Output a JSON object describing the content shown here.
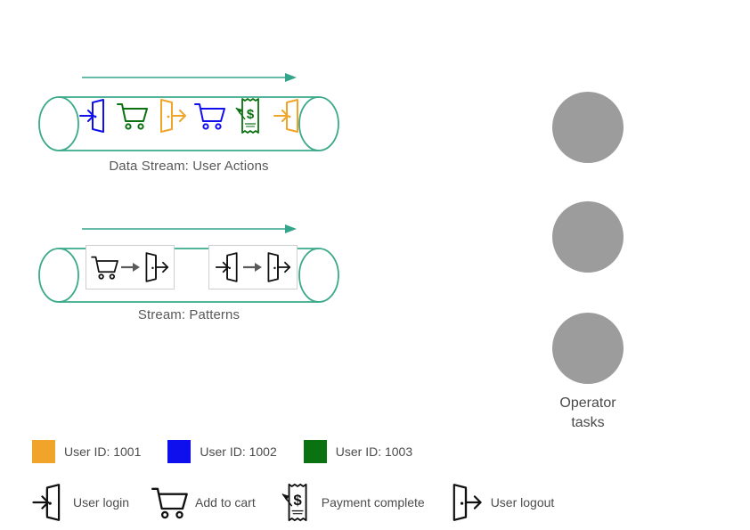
{
  "colors": {
    "stream_teal": "#3aa98a",
    "arrow_teal": "#33a58b",
    "user_1001": "#f0a42a",
    "user_1002": "#0f0fee",
    "user_1003": "#0a7210",
    "operator_gray": "#9c9c9c",
    "caption_gray": "#595959",
    "pattern_border": "#cfcfcf",
    "pattern_icon": "#111111",
    "pattern_arrow": "#5a5a5a"
  },
  "streams": [
    {
      "id": "data-stream-user-actions",
      "caption": "Data Stream: User Actions",
      "flow_direction": "left-to-right",
      "events": [
        {
          "icon": "user-login-icon",
          "action": "User login",
          "user_id": "1002",
          "color": "#0f0fee"
        },
        {
          "icon": "add-to-cart-icon",
          "action": "Add to cart",
          "user_id": "1003",
          "color": "#0a7210"
        },
        {
          "icon": "user-logout-icon",
          "action": "User logout",
          "user_id": "1001",
          "color": "#f0a42a"
        },
        {
          "icon": "add-to-cart-icon",
          "action": "Add to cart",
          "user_id": "1002",
          "color": "#0f0fee"
        },
        {
          "icon": "payment-complete-icon",
          "action": "Payment complete",
          "user_id": "1003",
          "color": "#0a7210"
        },
        {
          "icon": "user-login-icon",
          "action": "User login",
          "user_id": "1001",
          "color": "#f0a42a"
        }
      ]
    },
    {
      "id": "stream-patterns",
      "caption": "Stream: Patterns",
      "flow_direction": "left-to-right",
      "patterns": [
        {
          "from_icon": "add-to-cart-icon",
          "from_action": "Add to cart",
          "to_icon": "user-logout-icon",
          "to_action": "User logout"
        },
        {
          "from_icon": "user-login-icon",
          "from_action": "User login",
          "to_icon": "user-logout-icon",
          "to_action": "User logout"
        }
      ]
    }
  ],
  "operators": {
    "label": "Operator\ntasks",
    "label_line1": "Operator",
    "label_line2": "tasks",
    "count": 3,
    "shape": "circle",
    "color": "#9c9c9c"
  },
  "legend_users": {
    "items": [
      {
        "label": "User ID: 1001",
        "color": "#f0a42a"
      },
      {
        "label": "User ID: 1002",
        "color": "#0f0fee"
      },
      {
        "label": "User ID: 1003",
        "color": "#0a7210"
      }
    ]
  },
  "legend_actions": {
    "items": [
      {
        "label": "User login",
        "icon": "user-login-icon"
      },
      {
        "label": "Add to cart",
        "icon": "add-to-cart-icon"
      },
      {
        "label": "Payment complete",
        "icon": "payment-complete-icon"
      },
      {
        "label": "User logout",
        "icon": "user-logout-icon"
      }
    ]
  }
}
